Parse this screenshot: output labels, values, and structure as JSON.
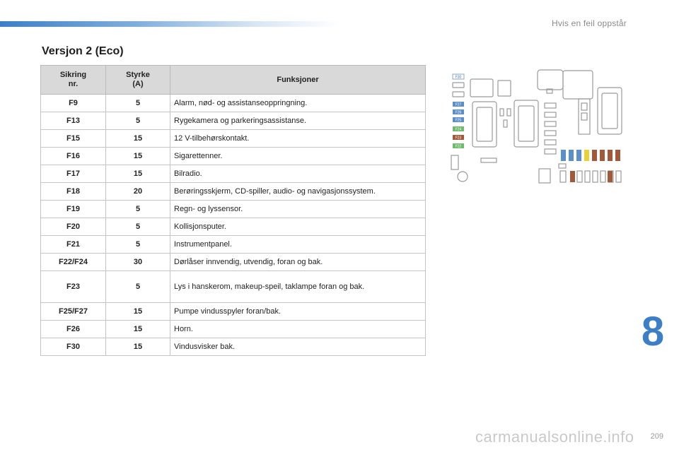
{
  "header": {
    "title": "Hvis en feil oppstår"
  },
  "section": {
    "title": "Versjon 2 (Eco)"
  },
  "table": {
    "headers": {
      "fuse_line1": "Sikring",
      "fuse_line2": "nr.",
      "strength_line1": "Styrke",
      "strength_line2": "(A)",
      "function": "Funksjoner"
    },
    "rows": [
      {
        "fuse": "F9",
        "amps": "5",
        "function": "Alarm, nød- og assistanseoppringning."
      },
      {
        "fuse": "F13",
        "amps": "5",
        "function": "Rygekamera og parkeringsassistanse."
      },
      {
        "fuse": "F15",
        "amps": "15",
        "function": "12 V-tilbehørskontakt."
      },
      {
        "fuse": "F16",
        "amps": "15",
        "function": "Sigarettenner."
      },
      {
        "fuse": "F17",
        "amps": "15",
        "function": "Bilradio."
      },
      {
        "fuse": "F18",
        "amps": "20",
        "function": "Berøringsskjerm, CD-spiller, audio- og navigasjonssystem."
      },
      {
        "fuse": "F19",
        "amps": "5",
        "function": "Regn- og lyssensor."
      },
      {
        "fuse": "F20",
        "amps": "5",
        "function": "Kollisjonsputer."
      },
      {
        "fuse": "F21",
        "amps": "5",
        "function": "Instrumentpanel."
      },
      {
        "fuse": "F22/F24",
        "amps": "30",
        "function": "Dørlåser innvendig, utvendig, foran og bak."
      },
      {
        "fuse": "F23",
        "amps": "5",
        "function": "Lys i hanskerom, makeup-speil, taklampe foran og bak."
      },
      {
        "fuse": "F25/F27",
        "amps": "15",
        "function": "Pumpe vindusspyler foran/bak."
      },
      {
        "fuse": "F26",
        "amps": "15",
        "function": "Horn."
      },
      {
        "fuse": "F30",
        "amps": "15",
        "function": "Vindusvisker bak."
      }
    ]
  },
  "diagram": {
    "labels": [
      "F30",
      "F27",
      "F26",
      "F25",
      "F24",
      "F23",
      "F22"
    ],
    "label_colors": [
      "#ffffff",
      "#5b8fc9",
      "#5b8fc9",
      "#5b8fc9",
      "#6dbb6d",
      "#a05a3a",
      "#6dbb6d"
    ]
  },
  "chapter": {
    "number": "8"
  },
  "footer": {
    "page": "209",
    "watermark": "carmanualsonline.info"
  },
  "colors": {
    "accent": "#3d7fc7",
    "header_bg": "#d9d9d9"
  }
}
